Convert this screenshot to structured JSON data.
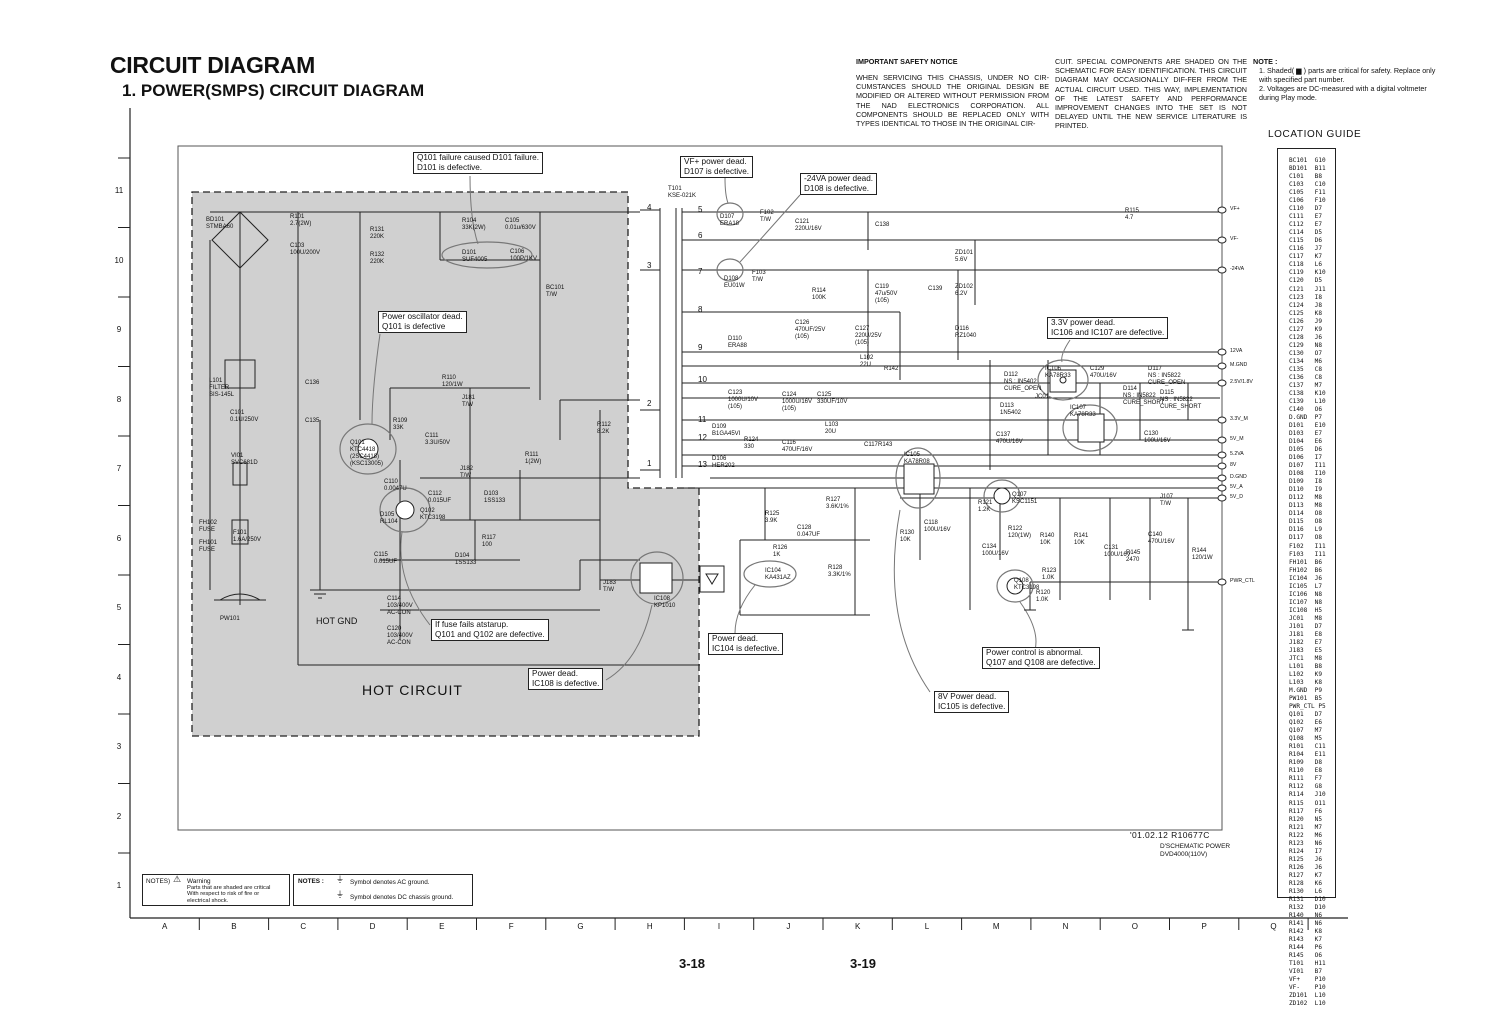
{
  "header": {
    "title": "CIRCUIT DIAGRAM",
    "subtitle": "1. POWER(SMPS) CIRCUIT DIAGRAM"
  },
  "safety": {
    "heading": "IMPORTANT SAFETY NOTICE",
    "col1": "WHEN SERVICING THIS CHASSIS, UNDER NO CIR-CUMSTANCES SHOULD THE ORIGINAL DESIGN BE MODIFIED OR ALTERED WITHOUT PERMISSION FROM THE NAD ELECTRONICS CORPORATION. ALL COMPONENTS SHOULD BE REPLACED ONLY WITH TYPES IDENTICAL TO THOSE IN THE ORIGINAL CIR-",
    "col2": "CUIT. SPECIAL COMPONENTS ARE SHADED ON THE SCHEMATIC FOR EASY IDENTIFICATION. THIS CIRCUIT DIAGRAM MAY OCCASIONALLY DIF-FER FROM THE ACTUAL CIRCUIT USED. THIS WAY, IMPLEMENTATION OF THE LATEST SAFETY AND PERFORMANCE IMPROVEMENT CHANGES INTO THE SET IS NOT DELAYED UNTIL THE NEW SERVICE LITERATURE IS PRINTED."
  },
  "notes_right": {
    "heading": "NOTE :",
    "n1": "1. Shaded( ▆ ) parts are critical for safety. Replace only with specified part number.",
    "n2": "2. Voltages are DC-measured with a digital voltmeter during Play mode."
  },
  "location_guide": {
    "title": "LOCATION GUIDE",
    "entries": [
      "BC101  G10",
      "BD101  B11",
      "C101   B8",
      "C103   C10",
      "C105   F11",
      "C106   F10",
      "C110   D7",
      "C111   E7",
      "C112   E7",
      "C114   D5",
      "C115   D6",
      "C116   J7",
      "C117   K7",
      "C118   L6",
      "C119   K10",
      "C120   D5",
      "C121   J11",
      "C123   I8",
      "C124   J8",
      "C125   K8",
      "C126   J9",
      "C127   K9",
      "C128   J6",
      "C129   N8",
      "C130   O7",
      "C134   M6",
      "C135   C8",
      "C136   C8",
      "C137   M7",
      "C138   K10",
      "C139   L10",
      "C140   O6",
      "D.GND  P7",
      "D101   E10",
      "D103   E7",
      "D104   E6",
      "D105   D6",
      "D106   I7",
      "D107   I11",
      "D108   I10",
      "D109   I8",
      "D110   I9",
      "D112   M8",
      "D113   M8",
      "D114   O8",
      "D115   O8",
      "D116   L9",
      "D117   O8",
      "F102   I11",
      "F103   I11",
      "FH101  B6",
      "FH102  B6",
      "IC104  J6",
      "IC105  L7",
      "IC106  N8",
      "IC107  N8",
      "IC108  H5",
      "JC01   M8",
      "J101   D7",
      "J181   E8",
      "J182   E7",
      "J183   E5",
      "JTC1   M8",
      "L101   B8",
      "L102   K9",
      "L103   K8",
      "M.GND  P9",
      "PW101  B5",
      "PWR_CTL P5",
      "Q101   D7",
      "Q102   E6",
      "Q107   M7",
      "Q108   M5",
      "R101   C11",
      "R104   E11",
      "R109   D8",
      "R110   E8",
      "R111   F7",
      "R112   G8",
      "R114   J10",
      "R115   O11",
      "R117   F6",
      "R120   N5",
      "R121   M7",
      "R122   M6",
      "R123   N6",
      "R124   I7",
      "R125   J6",
      "R126   J6",
      "R127   K7",
      "R128   K6",
      "R130   L6",
      "R131   D10",
      "R132   D10",
      "R140   N6",
      "R141   N6",
      "R142   K8",
      "R143   K7",
      "R144   P6",
      "R145   O6",
      "T101   H11",
      "VI01   B7",
      "VF+    P10",
      "VF-    P10",
      "ZD101  L10",
      "ZD102  L10"
    ]
  },
  "callouts": {
    "q101_fail": "Q101 failure caused D101 failure.\nD101 is defective.",
    "vf_dead": "VF+ power dead.\nD107 is defective.",
    "v24_dead": "-24VA power dead.\nD108 is defective.",
    "osc_dead": "Power oscillator dead.\nQ101 is defective",
    "v33_dead": "3.3V power dead.\nIC106 and IC107 are defective.",
    "fuse_fail": "If fuse fails atstarup.\nQ101 and Q102 are defective.",
    "ic104_dead": "Power dead.\nIC104 is defective.",
    "ic108_dead": "Power dead.\nIC108 is defective.",
    "pwr_ctrl": "Power control is abnormal.\nQ107 and Q108 are defective.",
    "v8_dead": "8V Power dead.\nIC105 is defective."
  },
  "diagram": {
    "hot_circuit": "HOT CIRCUIT",
    "hot_gnd": "HOT GND",
    "revision": "'01.02.12  R10677C",
    "sheet": "D'SCHEMATIC POWER\nDVD4000(110V)",
    "transformer": "T101\nKSE-021K",
    "bridge": "BD101\nSTMBA60",
    "filter": "L101\nFILTER\nSIS-145L",
    "plug": "PW101",
    "fuse1": "F101\n1.6A/250V",
    "fh101": "FH101\nFUSE",
    "fh102": "FH102\nFUSE",
    "vi01": "VI01\nSVC681D",
    "c101": "C101\n0.1U/250V",
    "c103": "C103\n100U/200V",
    "r101": "R101\n2.7(2W)",
    "r131": "R131\n220K",
    "r132": "R132\n220K",
    "r104": "R104\n33K(2W)",
    "c105": "C105\n0.01u/630V",
    "c106": "C106\n100P/1KV",
    "d101": "D101\nSUF4005",
    "bc101": "BC101\nT/W",
    "c136": "C136",
    "c135": "C135",
    "r110": "R110\n120/1W",
    "j181": "J181\nT/W",
    "r109": "R109\n33K",
    "c111": "C111\n3.3U/50V",
    "q101": "Q101\nKTC4418\n(2SC4418)\n(KSC13005)",
    "c110": "C110\n0.0047U",
    "j182": "J182\nT/W",
    "d103": "D103\n1SS133",
    "d105": "D105\nRL104",
    "q102": "Q102\nKTC3198",
    "c112": "C112\n0.015UF",
    "r111": "R111\n1(2W)",
    "r112": "R112\n8.2K",
    "r117": "R117\n100",
    "c115": "C115\n0.015UF",
    "d104": "D104\n1SS133",
    "c114": "C114\n103/400V\nAC-CON",
    "c120": "C120\n103/400V\nAC-CON",
    "j183": "J183\nT/W",
    "ic108": "IC108\nKP1010",
    "d107": "D107\nERA18",
    "f102": "F102\nT/W",
    "f103": "F103\nT/W",
    "d108": "D108\nEU01W",
    "c121": "C121\n220U/16V",
    "c138": "C138",
    "r115": "R115\n4.7",
    "zd101": "ZD101\n5.6V",
    "zd102": "ZD102\n6.2V",
    "r114": "R114\n100K",
    "c119": "C119\n47u/50V\n(105)",
    "c139": "C139",
    "c126": "C126\n470UF/25V\n(105)",
    "c127": "C127\n220U/25V\n(105)",
    "d116": "D116\nRZ1040",
    "d110": "D110\nERA88",
    "l102": "L102\n22U",
    "r142": "R142",
    "c123": "C123\n1000U/10V\n(105)",
    "c124": "C124\n1000U/16V\n(105)",
    "c125": "C125\n330UF/10V",
    "l103": "L103\n20U",
    "d109": "D109\nB1GA45VI",
    "r124": "R124\n330",
    "c116": "C116\n470UF/16V",
    "c117": "C117",
    "r143": "R143",
    "d106": "D106\nHER202",
    "ic105": "IC105\nKA78R08",
    "r127": "R127\n3.6K/1%",
    "r125": "R125\n3.9K",
    "c128": "C128\n0.047UF",
    "r126": "R126\n1K",
    "ic104": "IC104\nKA431AZ",
    "r128": "R128\n3.3K/1%",
    "r130": "R130\n10K",
    "c118": "C118\n100U/16V",
    "d112": "D112\nNS : IN5402\nCURE_OPEN",
    "d113": "D113\n1N5402",
    "ic106": "IC106\nKA78R33",
    "c129": "C129\n470U/16V",
    "d117": "D117\nNS : IN5822\nCURE_OPEN",
    "d114": "D114\nNS : IN5822\nCURE_SHORT",
    "d115": "D115\nNS : IN5822\nCURE_SHORT",
    "ic107": "IC107\nKA78R33",
    "c137": "C137\n470U/16V",
    "c130": "C130\n100U/16V",
    "jc01": "JC01",
    "q107": "Q107\nKSC1151",
    "r121": "R121\n1.2K",
    "r122": "R122\n120(1W)",
    "c134": "C134\n100U/16V",
    "r140": "R140\n10K",
    "r141": "R141\n10K",
    "c131": "C131\n100U/16V",
    "r145": "R145\n2470",
    "c140": "C140\n470U/16V",
    "j107": "J107\nT/W",
    "r144": "R144\n120/1W",
    "q108": "Q108\nKTC3198",
    "r123": "R123\n1.0K",
    "r120": "R120\n1.0K",
    "pins": [
      "5",
      "6",
      "7",
      "8",
      "9",
      "10",
      "11",
      "12",
      "13"
    ],
    "pins_left": [
      "4",
      "3",
      "2",
      "1"
    ],
    "outputs": [
      "VF+",
      "VF-",
      "-24VA",
      "12VA",
      "M.GND",
      "2.5V/1.8V",
      "3.3V_M",
      "5V_M",
      "5.2VA",
      "8V",
      "D.GND",
      "5V_A",
      "5V_D",
      "PWR_CTL"
    ]
  },
  "notes_box": {
    "label": "NOTES)",
    "warn_title": "Warning",
    "warn_text": "Parts that are shaded are critical\nWith respect to risk of fire or\nelectrical shock.",
    "notes_label": "NOTES :",
    "ac_ground": "Symbol denotes AC ground.",
    "dc_ground": "Symbol denotes DC chassis ground."
  },
  "grid": {
    "rows": [
      "11",
      "10",
      "9",
      "8",
      "7",
      "6",
      "5",
      "4",
      "3",
      "2",
      "1"
    ],
    "cols": [
      "A",
      "B",
      "C",
      "D",
      "E",
      "F",
      "G",
      "H",
      "I",
      "J",
      "K",
      "L",
      "M",
      "N",
      "O",
      "P",
      "Q"
    ]
  },
  "pages": {
    "left": "3-18",
    "right": "3-19"
  },
  "colors": {
    "hot_region": "#d0d0d0",
    "line": "#222222"
  }
}
